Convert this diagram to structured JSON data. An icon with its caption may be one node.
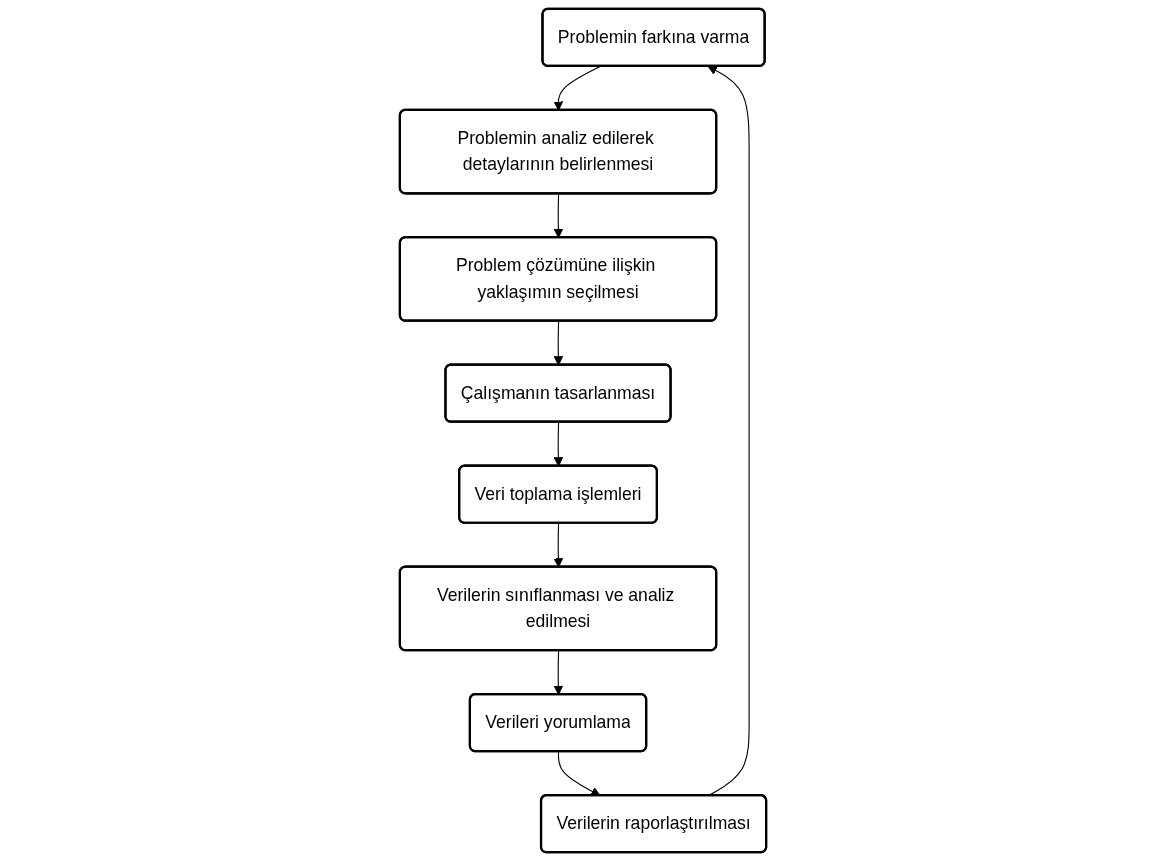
{
  "diagram": {
    "nodes": [
      {
        "text": [
          "Problemin farkına varma"
        ]
      },
      {
        "text": [
          "Problemin analiz edilerek detaylarının belirlenmesi"
        ]
      },
      {
        "text": [
          "Problem çözümüne ilişkin yaklaşımın seçilmesi"
        ]
      },
      {
        "text": [
          "Çalışmanın tasarlanması"
        ]
      },
      {
        "text": [
          "Veri toplama işlemleri"
        ]
      },
      {
        "text": [
          "Verilerin sınıflanması ve analiz edilmesi"
        ]
      },
      {
        "text": [
          "Verileri yorumlama"
        ]
      },
      {
        "text": [
          "Verilerin raporlaştırılması"
        ]
      }
    ],
    "edges": [
      {
        "from": 0,
        "to": 1,
        "arrow": "to"
      },
      {
        "from": 1,
        "to": 2,
        "arrow": "to"
      },
      {
        "from": 2,
        "to": 3,
        "arrow": "to"
      },
      {
        "from": 3,
        "to": 4,
        "arrow": "to"
      },
      {
        "from": 4,
        "to": 5,
        "arrow": "to"
      },
      {
        "from": 5,
        "to": 6,
        "arrow": "to"
      },
      {
        "from": 6,
        "to": 7,
        "arrow": "to"
      },
      {
        "from": 7,
        "to": 0,
        "arrow": "to"
      }
    ]
  }
}
